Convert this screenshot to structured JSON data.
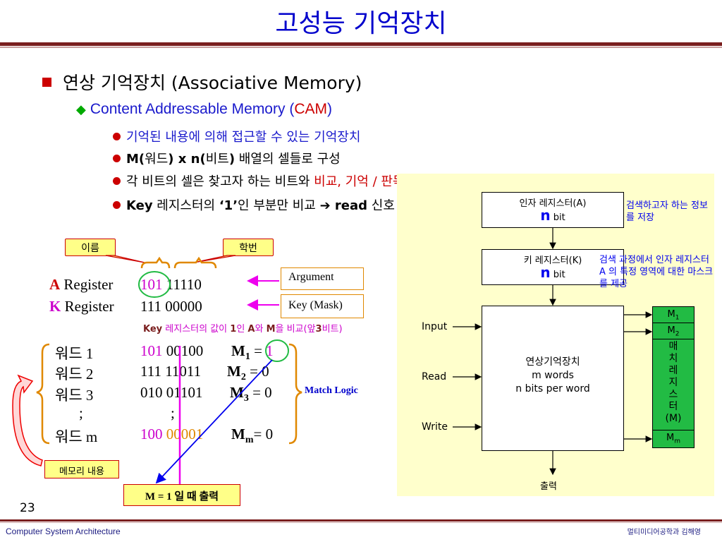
{
  "slide": {
    "title": "고성능 기억장치",
    "page_number": "23",
    "footer_left": "Computer System Architecture",
    "footer_right": "멀티미디어공학과 김해영"
  },
  "bullets": {
    "l1": "연상 기억장치 (Associative Memory)",
    "l2_pre": "Content Addressable Memory (",
    "l2_cam": "CAM",
    "l2_post": ")",
    "l3_1": "기억된 내용에 의해 접근할 수 있는 기억장치",
    "l3_2_b1": "M(",
    "l3_2_t1": "워드",
    "l3_2_b2": ") x n(",
    "l3_2_t2": "비트",
    "l3_2_b3": ")",
    "l3_2_t3": " 배열의 셀들로 구성",
    "l3_3_pre": "각 비트의 셀은 찾고자 하는 비트와 ",
    "l3_3_red": "비교, 기억 / 판독 기능",
    "l3_4_key": "Key",
    "l3_4_a": " 레지스터의 ",
    "l3_4_q": "‘1’",
    "l3_4_b": "인  부분만 비교 ",
    "l3_4_arrow": "➔",
    "l3_4_read": " read",
    "l3_4_c": " 신호"
  },
  "example": {
    "name_tag": "이름",
    "id_tag": "학번",
    "a_letter": "A",
    "a_rest": " Register",
    "a_hi": "101",
    "a_lo": " 11110",
    "k_letter": "K",
    "k_rest": " Register",
    "k_hi": "111",
    "k_lo": " 00000",
    "argument_label": "Argument",
    "key_label": "Key (Mask)",
    "note_key": "Key",
    "note_a": " 레지스터의 값이 ",
    "note_1": "1",
    "note_b": "인 ",
    "note_A": "A",
    "note_c": "와 ",
    "note_M": "M",
    "note_d": "을 비교(앞",
    "note_3": "3",
    "note_e": "비트)",
    "rows": [
      {
        "name": "워드 1",
        "hi": "101",
        "lo": " 00100",
        "m": "M",
        "sub": "1",
        "eq": " = ",
        "val": "1"
      },
      {
        "name": "워드 2",
        "hi": "111",
        "lo": " 11011",
        "m": "M",
        "sub": "2",
        "eq": " = ",
        "val": "0"
      },
      {
        "name": "워드 3",
        "hi": "010",
        "lo": " 01101",
        "m": "M",
        "sub": "3",
        "eq": " = ",
        "val": "0"
      },
      {
        "name": ";",
        "hi": "",
        "lo": ";",
        "m": "",
        "sub": "",
        "eq": "",
        "val": ""
      },
      {
        "name": "워드 m",
        "hi": "100",
        "lo": " 00001",
        "m": "M",
        "sub": "m",
        "eq": "= ",
        "val": "0"
      }
    ],
    "match_logic": "Match Logic",
    "memory_content": "메모리 내용",
    "output_note": "M = 1 일 때 출력"
  },
  "diagram": {
    "arg_reg": "인자 레지스터(A)",
    "arg_bits_n": "n",
    "arg_bits": " bit",
    "arg_note": "검색하고자 하는 정보를 저장",
    "key_reg": "키 레지스터(K)",
    "key_bits_n": "n",
    "key_bits": " bit",
    "key_note": "검색 과정에서 인자 레지스터 A 의 특정 영역에 대한 마스크를 제공",
    "input": "Input",
    "read": "Read",
    "write": "Write",
    "mem_l1": "연상기억장치",
    "mem_l2": "m words",
    "mem_l3": "n bits per word",
    "output": "출력",
    "match_m1": "M",
    "match_m1_sub": "1",
    "match_m2": "M",
    "match_m2_sub": "2",
    "match_label": "매치레지스터",
    "match_label_m": "(M)",
    "match_mm": "M",
    "match_mm_sub": "m"
  },
  "colors": {
    "title": "#0000cc",
    "accent_red": "#cc0000",
    "highlight_magenta": "#cc00cc",
    "panel_bg": "#ffffcc",
    "match_green": "#22bb44"
  }
}
